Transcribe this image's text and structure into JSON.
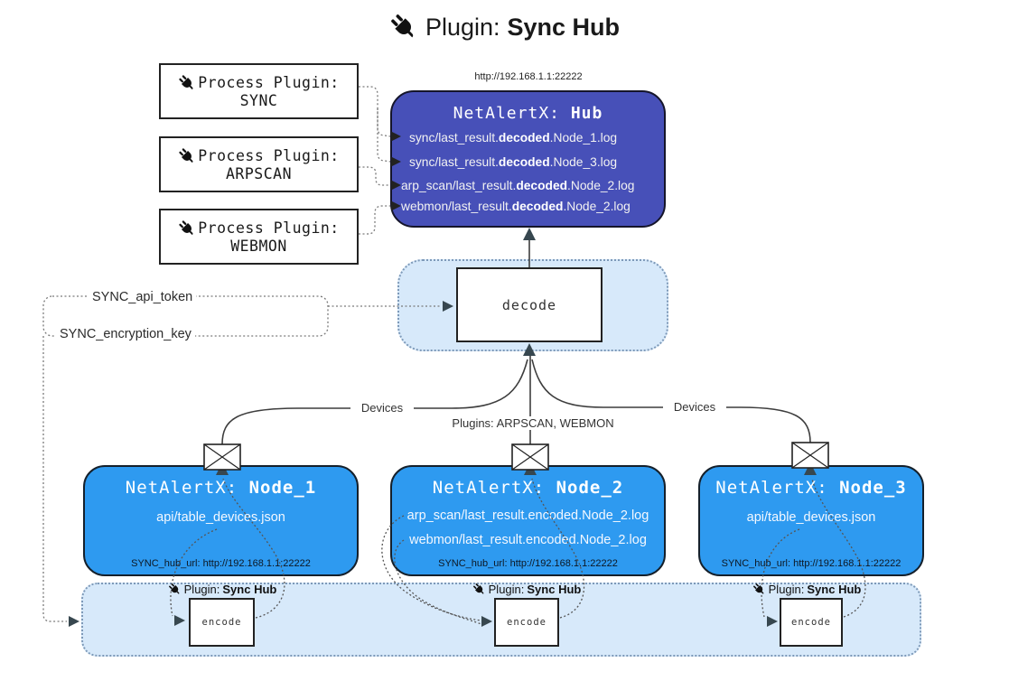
{
  "title": {
    "prefix": "Plugin: ",
    "bold": "Sync Hub"
  },
  "hub": {
    "url": "http://192.168.1.1:22222",
    "name_prefix": "NetAlertX: ",
    "name_bold": "Hub",
    "lines": [
      {
        "pre": "sync/last_result.",
        "bold": "decoded",
        "post": ".Node_1.log"
      },
      {
        "pre": "sync/last_result.",
        "bold": "decoded",
        "post": ".Node_3.log"
      },
      {
        "pre": "arp_scan/last_result.",
        "bold": "decoded",
        "post": ".Node_2.log"
      },
      {
        "pre": "webmon/last_result.",
        "bold": "decoded",
        "post": ".Node_2.log"
      }
    ]
  },
  "process_plugins": [
    {
      "label": "Process Plugin:",
      "name": "SYNC"
    },
    {
      "label": "Process Plugin:",
      "name": "ARPSCAN"
    },
    {
      "label": "Process Plugin:",
      "name": "WEBMON"
    }
  ],
  "decode": {
    "label": "decode"
  },
  "tokens": {
    "api_token": "SYNC_api_token",
    "encryption_key": "SYNC_encryption_key"
  },
  "edges": {
    "left": "Devices",
    "middle": "Plugins: ARPSCAN, WEBMON",
    "right": "Devices"
  },
  "nodes": [
    {
      "name_prefix": "NetAlertX: ",
      "name_bold": "Node_1",
      "lines": [
        "api/table_devices.json"
      ],
      "hub_url": "SYNC_hub_url: http://192.168.1.1:22222"
    },
    {
      "name_prefix": "NetAlertX: ",
      "name_bold": "Node_2",
      "lines": [
        "arp_scan/last_result.encoded.Node_2.log",
        "webmon/last_result.encoded.Node_2.log"
      ],
      "hub_url": "SYNC_hub_url: http://192.168.1.1:22222"
    },
    {
      "name_prefix": "NetAlertX: ",
      "name_bold": "Node_3",
      "lines": [
        "api/table_devices.json"
      ],
      "hub_url": "SYNC_hub_url: http://192.168.1.1:22222"
    }
  ],
  "sync_plugin": {
    "prefix": "Plugin: ",
    "bold": "Sync Hub",
    "encode_label": "encode"
  },
  "colors": {
    "hub_fill": "#4750B8",
    "node_fill": "#2E9AF0",
    "panel_fill": "#D7E9FA",
    "panel_border": "#7D99B8",
    "line": "#3D3D3D",
    "arrowhead": "#37474F"
  }
}
